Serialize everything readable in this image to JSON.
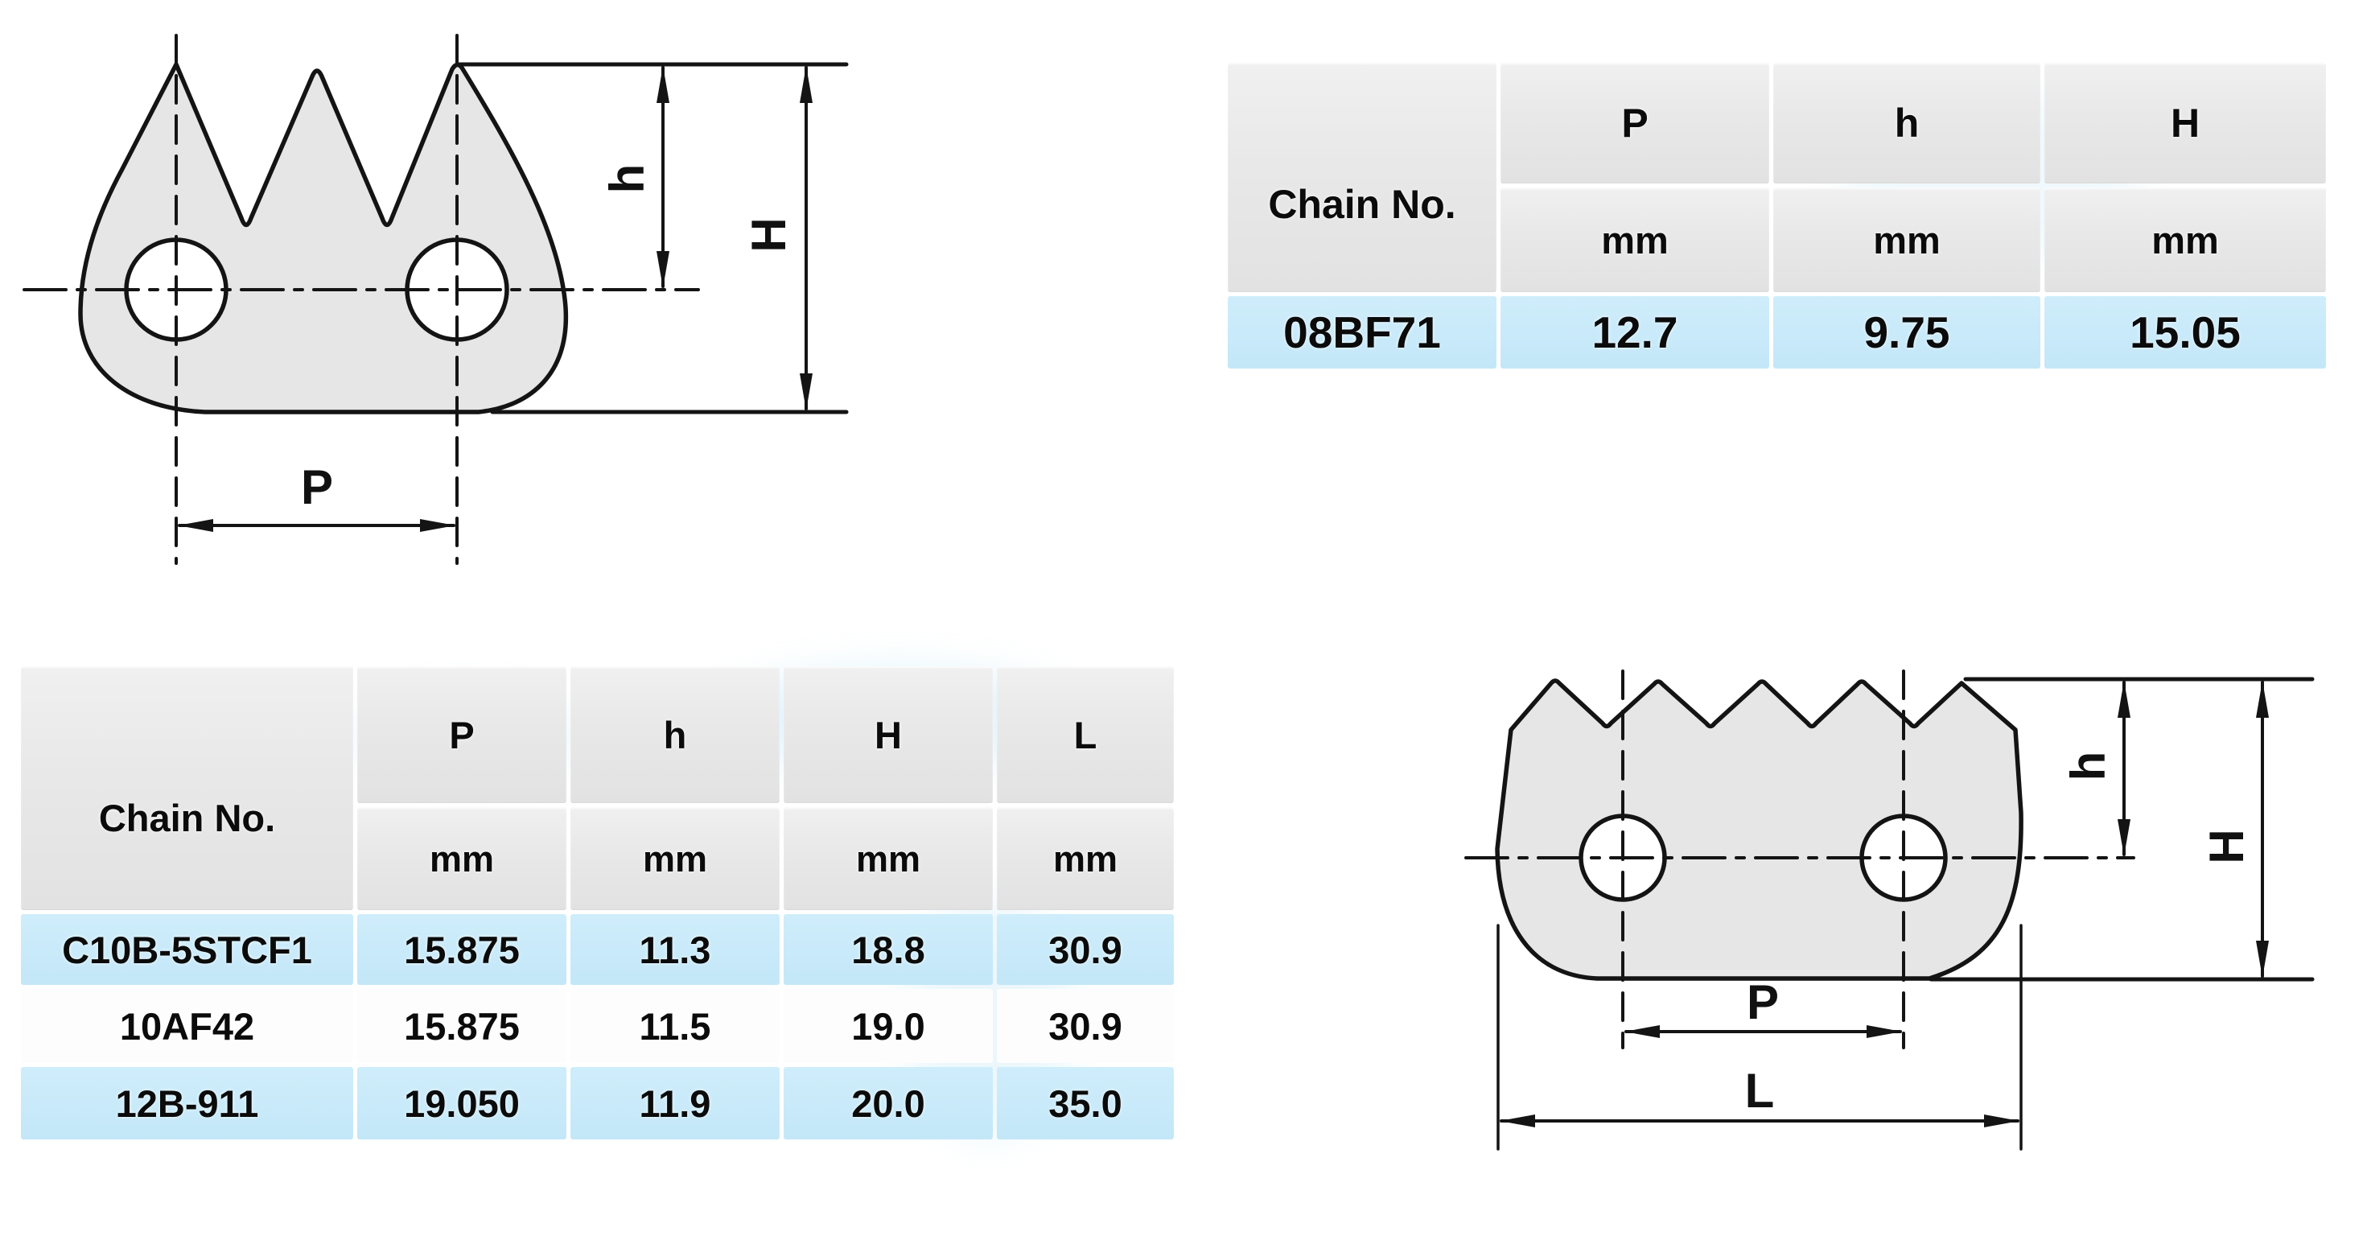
{
  "colors": {
    "row_highlight": "#c6e9f8",
    "header_bg": "#e9e9e9",
    "line": "#141414",
    "plate_fill": "#e6e6e6",
    "watermark": "#8fd4f2"
  },
  "diagram_top_left": {
    "labels": {
      "p": "P",
      "h": "h",
      "H": "H"
    }
  },
  "diagram_bottom_right": {
    "labels": {
      "p": "P",
      "h": "h",
      "H": "H",
      "l": "L"
    }
  },
  "table_top_right": {
    "col_headers": [
      "Chain No.",
      "P",
      "h",
      "H"
    ],
    "unit_row": [
      "mm",
      "mm",
      "mm"
    ],
    "rows": [
      {
        "chain_no": "08BF71",
        "p": "12.7",
        "h": "9.75",
        "H": "15.05"
      }
    ]
  },
  "table_bottom_left": {
    "col_headers": [
      "Chain No.",
      "P",
      "h",
      "H",
      "L"
    ],
    "unit_row": [
      "mm",
      "mm",
      "mm",
      "mm"
    ],
    "rows": [
      {
        "chain_no": "C10B-5STCF1",
        "p": "15.875",
        "h": "11.3",
        "H": "18.8",
        "l": "30.9"
      },
      {
        "chain_no": "10AF42",
        "p": "15.875",
        "h": "11.5",
        "H": "19.0",
        "l": "30.9"
      },
      {
        "chain_no": "12B-911",
        "p": "19.050",
        "h": "11.9",
        "H": "20.0",
        "l": "35.0"
      }
    ]
  }
}
